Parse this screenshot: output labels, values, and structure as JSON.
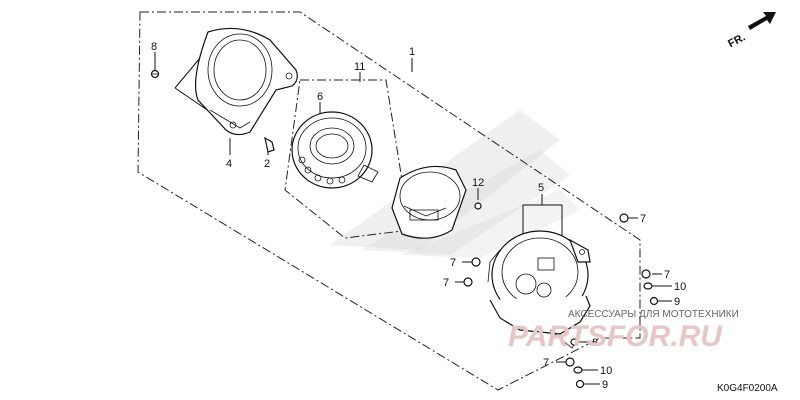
{
  "callouts": [
    {
      "id": "c1",
      "text": "1"
    },
    {
      "id": "c11",
      "text": "11"
    },
    {
      "id": "c8a",
      "text": "8"
    },
    {
      "id": "c6",
      "text": "6"
    },
    {
      "id": "c4",
      "text": "4"
    },
    {
      "id": "c2",
      "text": "2"
    },
    {
      "id": "c12",
      "text": "12"
    },
    {
      "id": "c5",
      "text": "5"
    },
    {
      "id": "c7a",
      "text": "7"
    },
    {
      "id": "c7b",
      "text": "7"
    },
    {
      "id": "c7c",
      "text": "7"
    },
    {
      "id": "c7d",
      "text": "7"
    },
    {
      "id": "c10a",
      "text": "10"
    },
    {
      "id": "c9a",
      "text": "9"
    },
    {
      "id": "c8b",
      "text": "8"
    },
    {
      "id": "c7e",
      "text": "7"
    },
    {
      "id": "c10b",
      "text": "10"
    },
    {
      "id": "c9b",
      "text": "9"
    }
  ],
  "direction_label": "FR.",
  "diagram_code": "K0G4F0200A",
  "watermark": {
    "tagline": "АКСЕССУАРЫ ДЛЯ МОТОТЕХНИКИ",
    "brand": "PARTSFOR.RU"
  },
  "colors": {
    "line": "#111111",
    "watermark_gray": "#d0d0d0",
    "watermark_red": "#e7c6c6"
  }
}
